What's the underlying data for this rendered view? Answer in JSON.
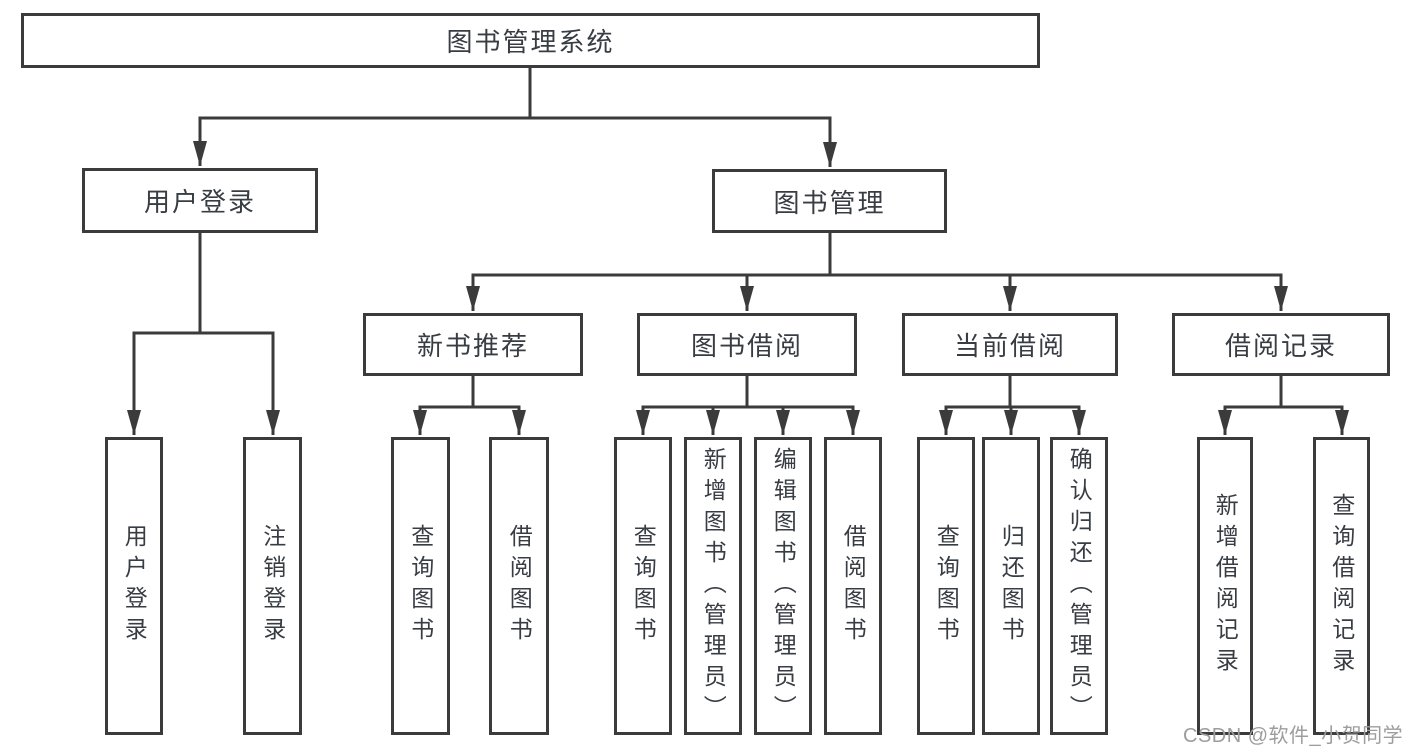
{
  "diagram": {
    "colors": {
      "background": "#ffffff",
      "box_fill": "#ffffff",
      "line_and_border": "#3b3b3b",
      "text": "#383d44",
      "watermark_text": "#9d9d9d"
    },
    "nodes": {
      "root": "图书管理系统",
      "user_login": "用户登录",
      "book_management": "图书管理",
      "leaf_user_login": "用户登录",
      "leaf_logout": "注销登录",
      "new_book_recommend": "新书推荐",
      "book_borrow": "图书借阅",
      "current_borrow": "当前借阅",
      "borrow_records": "借阅记录",
      "nbr_query_book": "查询图书",
      "nbr_borrow_book": "借阅图书",
      "bb_query_book": "查询图书",
      "bb_add_book_admin": "新增图书（管理员）",
      "bb_edit_book_admin": "编辑图书（管理员）",
      "bb_borrow_book": "借阅图书",
      "cb_query_book": "查询图书",
      "cb_return_book": "归还图书",
      "cb_confirm_return_admin": "确认归还（管理员）",
      "br_add_record": "新增借阅记录",
      "br_query_record": "查询借阅记录"
    },
    "hierarchy": {
      "图书管理系统": {
        "用户登录": [
          "用户登录",
          "注销登录"
        ],
        "图书管理": {
          "新书推荐": [
            "查询图书",
            "借阅图书"
          ],
          "图书借阅": [
            "查询图书",
            "新增图书（管理员）",
            "编辑图书（管理员）",
            "借阅图书"
          ],
          "当前借阅": [
            "查询图书",
            "归还图书",
            "确认归还（管理员）"
          ],
          "借阅记录": [
            "新增借阅记录",
            "查询借阅记录"
          ]
        }
      }
    },
    "watermark": "CSDN @软件_小贺同学"
  }
}
